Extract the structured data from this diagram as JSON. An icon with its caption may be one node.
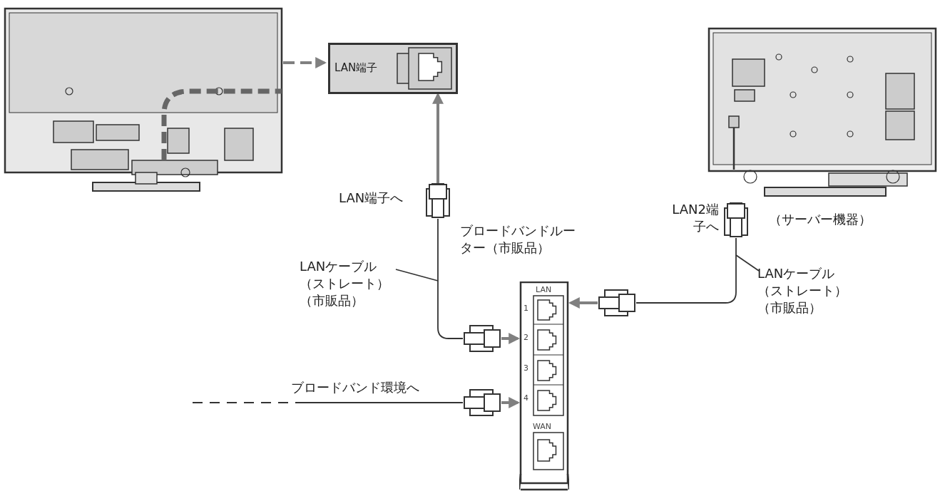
{
  "diagram": {
    "nodes": [
      {
        "text": [],
        "shape": "picture"
      },
      {
        "text": [
          "LAN端子"
        ]
      },
      {
        "text": [],
        "shape": "plug",
        "beside": [
          "LAN端子へ"
        ]
      },
      {
        "text": [
          "ブロードバンドルーター（市販品）",
          "LAN",
          "1",
          "2",
          "3",
          "4",
          "WAN"
        ]
      },
      {
        "text": [],
        "shape": "picture",
        "beside": [
          "（サーバー機器）"
        ]
      },
      {
        "text": [],
        "shape": "plug",
        "beside": [
          "LAN2端子へ"
        ]
      },
      {
        "text": [],
        "shape": "plug"
      },
      {
        "text": [],
        "shape": "plug"
      },
      {
        "text": [],
        "shape": "plug"
      },
      {
        "text": [
          "LANケーブル（ストレート）（市販品）"
        ]
      },
      {
        "text": [
          "LANケーブル（ストレート）（市販品）"
        ]
      }
    ],
    "edges": [
      {
        "from": 0,
        "to": 1,
        "arrow": "to",
        "style": "dashed",
        "color": "#808080"
      },
      {
        "from": 2,
        "to": 1,
        "arrow": "to",
        "style": "thick",
        "color": "#808080"
      },
      {
        "from": 2,
        "to": 7,
        "arrow": "none"
      },
      {
        "from": 7,
        "to": 3,
        "arrow": "to",
        "style": "thick",
        "color": "#808080"
      },
      {
        "from": 5,
        "to": 6,
        "arrow": "none"
      },
      {
        "from": 6,
        "to": 3,
        "arrow": "to",
        "style": "thick",
        "color": "#808080"
      },
      {
        "from": null,
        "to": 8,
        "arrow": "none",
        "label": "ブロードバンド環境へ",
        "style": "dashed"
      },
      {
        "from": 8,
        "to": 3,
        "arrow": "to",
        "style": "thick",
        "color": "#808080"
      },
      {
        "from": 9,
        "to": null,
        "arrow": "none"
      },
      {
        "from": 10,
        "to": null,
        "arrow": "none"
      }
    ]
  }
}
